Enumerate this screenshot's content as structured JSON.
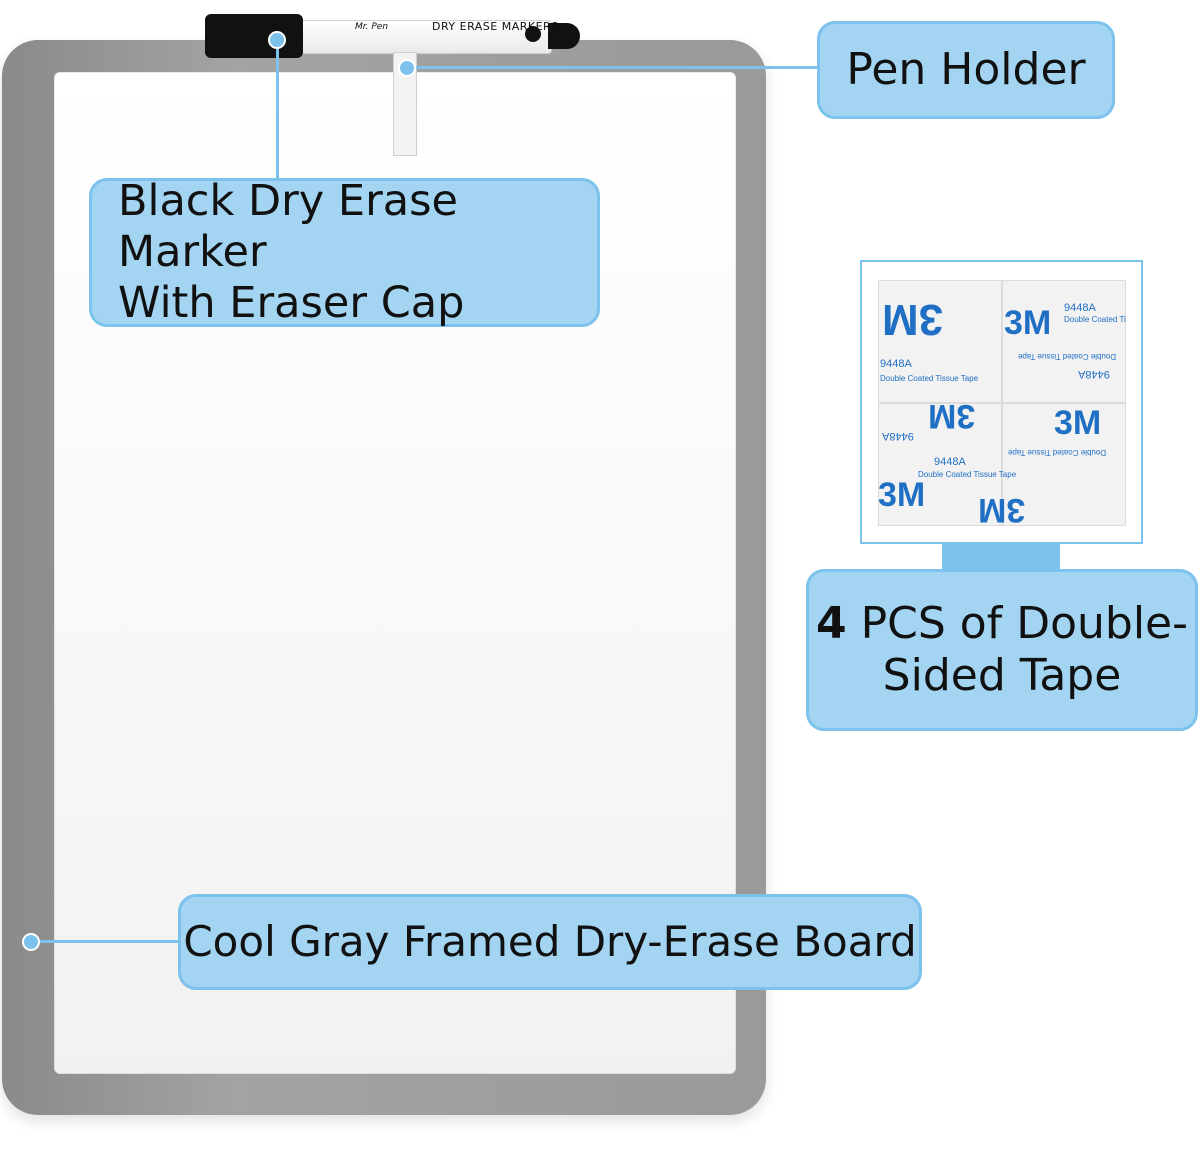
{
  "colors": {
    "callout_fill": "#a3d5f2",
    "callout_border": "#7cc2ec",
    "frame_gray": "#9a9a9a",
    "tape_print": "#1f6fc4"
  },
  "marker": {
    "brand": "Mr. Pen",
    "label": "DRY ERASE MARKERS"
  },
  "callouts": {
    "pen_holder": "Pen Holder",
    "marker_line1": "Black Dry Erase Marker",
    "marker_line2": "With Eraser Cap",
    "tape_count": "4",
    "tape_line1_rest": " PCS of Double-",
    "tape_line2": "Sided Tape",
    "board": "Cool Gray Framed Dry-Erase Board"
  },
  "tape": {
    "brand": "3M",
    "code": "9448A",
    "type": "Double Coated Tissue Tape"
  },
  "icons": {
    "pointer": "leader-dot-icon"
  }
}
